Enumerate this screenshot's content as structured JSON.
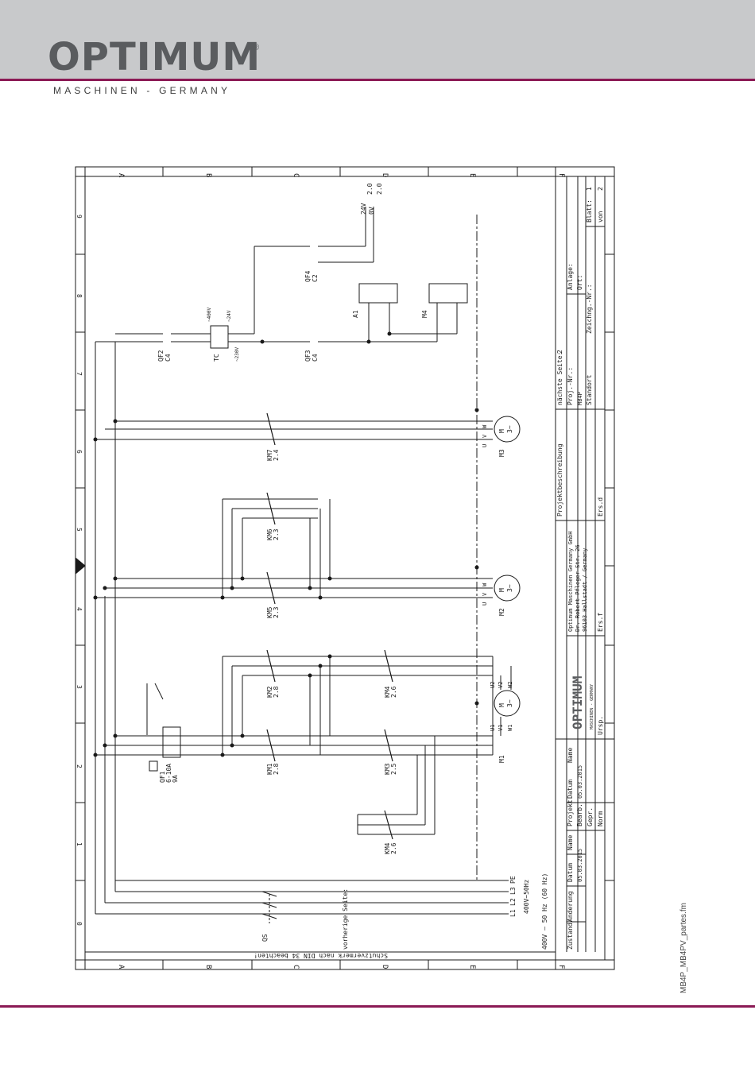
{
  "header": {
    "logo": "OPTIMUM",
    "registered": "®",
    "tagline": "MASCHINEN - GERMANY"
  },
  "footer": {
    "filename": "MB4P_MB4PV_partes.fm"
  },
  "schematic": {
    "zones": [
      "A",
      "B",
      "C",
      "D",
      "E",
      "F"
    ],
    "columns": [
      "0",
      "1",
      "2",
      "3",
      "4",
      "5",
      "6",
      "7",
      "8",
      "9"
    ],
    "copyright": "Schutzvermerk nach DIN 34 beachten!",
    "supply": {
      "voltage1": "400V~50Hz",
      "voltage2": "400V – 50 Hz (60 Hz)",
      "phases": [
        "L1",
        "L2",
        "L3",
        "PE"
      ],
      "switch": "QS"
    },
    "components": {
      "qf1": [
        "QF1",
        "6-10A",
        "9A"
      ],
      "qf2": [
        "QF2",
        "C4"
      ],
      "qf3": [
        "QF3",
        "C4"
      ],
      "qf4": [
        "QF4",
        "C2"
      ],
      "tc": "TC",
      "tc_primary": "~400V",
      "tc_sec1": "~24V",
      "tc_sec2": "~230V",
      "a1": "A1",
      "m4": "M4",
      "out_24v": "24V",
      "out_0v": "0V",
      "ref": "2.0",
      "km1": [
        "KM1",
        "2.8"
      ],
      "km2": [
        "KM2",
        "2.8"
      ],
      "km3": [
        "KM3",
        "2.5"
      ],
      "km4": [
        "KM4",
        "2.6"
      ],
      "km4b": [
        "KM4",
        "2.6"
      ],
      "km5": [
        "KM5",
        "2.3"
      ],
      "km6": [
        "KM6",
        "2.3"
      ],
      "km7": [
        "KM7",
        "2.4"
      ],
      "motors": [
        "M1",
        "M2",
        "M3"
      ],
      "motor_label": "M",
      "motor_phase": "3~",
      "term_m1": [
        "U1",
        "V1",
        "W1",
        "U2",
        "V2",
        "W2"
      ],
      "term_m23": [
        "U",
        "V",
        "W"
      ]
    },
    "title_block": {
      "company": "Optimum Maschinen Germany GmbH",
      "street": "Dr.-Robert-Pfleger-Str. 26",
      "city": "96103 Hallstadt / Germany",
      "logo": "OPTIMUM",
      "logo_sub": "MASCHINEN - GERMANY",
      "project_desc": "Projektbeschreibung",
      "next_page": "nächste Seite:",
      "next_page_num": "2",
      "proj_nr_label": "Proj.-Nr.:",
      "proj_nr": "MB4P",
      "location": "Standort",
      "drawing_nr": "Zeichng.-Nr.:",
      "anlage": "Anlage:",
      "ort": "Ort:",
      "blatt": "Blatt:",
      "blatt_num": "1",
      "von": "von",
      "von_num": "2",
      "ers_d": "Ers.d",
      "ers_f": "Ers.f",
      "ursp": "Ursp.",
      "prev_page": "vorherige Seite:",
      "zustand": "Zustand",
      "aenderung": "Änderung",
      "datum": "Datum",
      "name": "Name",
      "projekt": "Projekt",
      "datum2": "Datum",
      "name2": "Name",
      "bearb": "Bearb.",
      "date_bearb": "05.03.2015",
      "gepr": "Gepr.",
      "norm": "Norm",
      "date_change": "05.03.2015"
    }
  }
}
